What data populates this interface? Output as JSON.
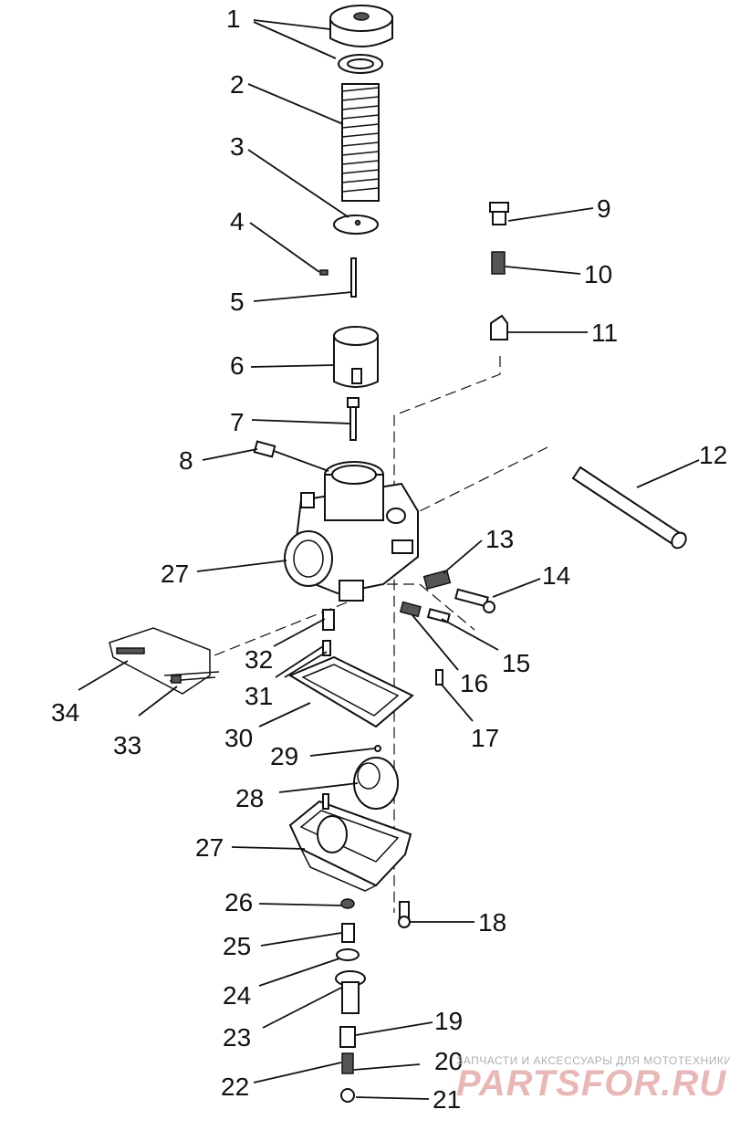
{
  "diagram": {
    "labels": [
      {
        "id": "1a",
        "text": "1"
      },
      {
        "id": "2",
        "text": "2"
      },
      {
        "id": "3",
        "text": "3"
      },
      {
        "id": "4",
        "text": "4"
      },
      {
        "id": "5",
        "text": "5"
      },
      {
        "id": "6",
        "text": "6"
      },
      {
        "id": "7",
        "text": "7"
      },
      {
        "id": "8",
        "text": "8"
      },
      {
        "id": "9",
        "text": "9"
      },
      {
        "id": "10",
        "text": "10"
      },
      {
        "id": "11",
        "text": "11"
      },
      {
        "id": "12",
        "text": "12"
      },
      {
        "id": "13",
        "text": "13"
      },
      {
        "id": "14",
        "text": "14"
      },
      {
        "id": "15",
        "text": "15"
      },
      {
        "id": "16",
        "text": "16"
      },
      {
        "id": "17",
        "text": "17"
      },
      {
        "id": "18",
        "text": "18"
      },
      {
        "id": "19",
        "text": "19"
      },
      {
        "id": "20",
        "text": "20"
      },
      {
        "id": "21",
        "text": "21"
      },
      {
        "id": "22",
        "text": "22"
      },
      {
        "id": "23",
        "text": "23"
      },
      {
        "id": "24",
        "text": "24"
      },
      {
        "id": "25",
        "text": "25"
      },
      {
        "id": "26",
        "text": "26"
      },
      {
        "id": "27a",
        "text": "27"
      },
      {
        "id": "27b",
        "text": "27"
      },
      {
        "id": "28",
        "text": "28"
      },
      {
        "id": "29",
        "text": "29"
      },
      {
        "id": "30",
        "text": "30"
      },
      {
        "id": "31",
        "text": "31"
      },
      {
        "id": "32",
        "text": "32"
      },
      {
        "id": "33",
        "text": "33"
      },
      {
        "id": "34",
        "text": "34"
      }
    ]
  },
  "watermark": {
    "caption": "ЗАПЧАСТИ И АКСЕССУАРЫ ДЛЯ МОТОТЕХНИКИ",
    "logo": "PARTSFOR.RU"
  }
}
